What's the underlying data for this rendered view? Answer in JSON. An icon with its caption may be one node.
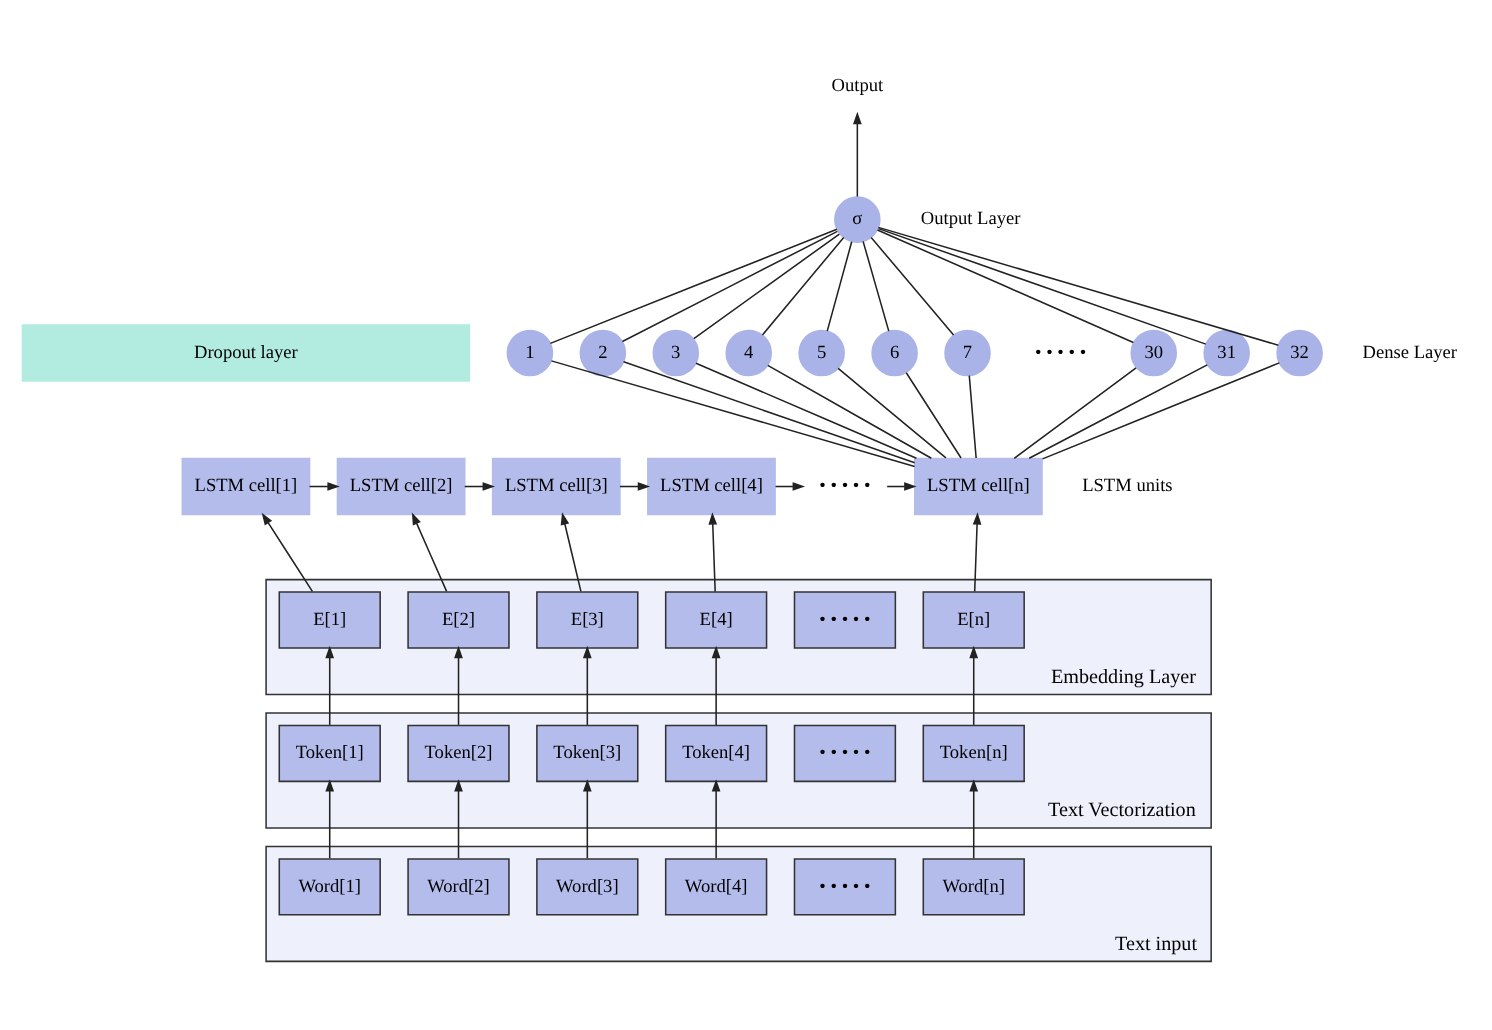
{
  "diagram": {
    "nodes": [
      {
        "text": [
          "Output"
        ]
      },
      {
        "text": [
          "σ"
        ],
        "beside": [
          "Output Layer"
        ]
      },
      {
        "text": [
          "1"
        ]
      },
      {
        "text": [
          "2"
        ]
      },
      {
        "text": [
          "3"
        ]
      },
      {
        "text": [
          "4"
        ]
      },
      {
        "text": [
          "5"
        ]
      },
      {
        "text": [
          "6"
        ]
      },
      {
        "text": [
          "7"
        ]
      },
      {
        "text": [
          "30"
        ]
      },
      {
        "text": [
          "31"
        ]
      },
      {
        "text": [
          "32"
        ]
      },
      {
        "text": [
          "Dropout layer"
        ]
      },
      {
        "text": [
          "LSTM cell[1]"
        ]
      },
      {
        "text": [
          "LSTM cell[2]"
        ]
      },
      {
        "text": [
          "LSTM cell[3]"
        ]
      },
      {
        "text": [
          "LSTM cell[4]"
        ]
      },
      {
        "text": [
          "• • • • •"
        ]
      },
      {
        "text": [
          "LSTM cell[n]"
        ]
      },
      {
        "text": [
          "Embedding Layer"
        ]
      },
      {
        "text": [
          "E[1]"
        ],
        "in": 19
      },
      {
        "text": [
          "E[2]"
        ],
        "in": 19
      },
      {
        "text": [
          "E[3]"
        ],
        "in": 19
      },
      {
        "text": [
          "E[4]"
        ],
        "in": 19
      },
      {
        "text": [
          "• • • • •"
        ],
        "in": 19
      },
      {
        "text": [
          "E[n]"
        ],
        "in": 19
      },
      {
        "text": [
          "Text Vectorization"
        ]
      },
      {
        "text": [
          "Token[1]"
        ],
        "in": 26
      },
      {
        "text": [
          "Token[2]"
        ],
        "in": 26
      },
      {
        "text": [
          "Token[3]"
        ],
        "in": 26
      },
      {
        "text": [
          "Token[4]"
        ],
        "in": 26
      },
      {
        "text": [
          "• • • • •"
        ],
        "in": 26
      },
      {
        "text": [
          "Token[n]"
        ],
        "in": 26
      },
      {
        "text": [
          "Text input"
        ]
      },
      {
        "text": [
          "Word[1]"
        ],
        "in": 33
      },
      {
        "text": [
          "Word[2]"
        ],
        "in": 33
      },
      {
        "text": [
          "Word[3]"
        ],
        "in": 33
      },
      {
        "text": [
          "Word[4]"
        ],
        "in": 33
      },
      {
        "text": [
          "• • • • •"
        ],
        "in": 33
      },
      {
        "text": [
          "Word[n]"
        ],
        "in": 33
      }
    ],
    "edges": [
      {
        "from": 1,
        "to": 0,
        "arrow": "to"
      },
      {
        "from": 2,
        "to": 1,
        "arrow": "none"
      },
      {
        "from": 3,
        "to": 1,
        "arrow": "none"
      },
      {
        "from": 4,
        "to": 1,
        "arrow": "none"
      },
      {
        "from": 5,
        "to": 1,
        "arrow": "none"
      },
      {
        "from": 6,
        "to": 1,
        "arrow": "none"
      },
      {
        "from": 7,
        "to": 1,
        "arrow": "none"
      },
      {
        "from": 8,
        "to": 1,
        "arrow": "none"
      },
      {
        "from": 9,
        "to": 1,
        "arrow": "none"
      },
      {
        "from": 10,
        "to": 1,
        "arrow": "none"
      },
      {
        "from": 11,
        "to": 1,
        "arrow": "none"
      },
      {
        "from": 18,
        "to": 2,
        "arrow": "none"
      },
      {
        "from": 18,
        "to": 3,
        "arrow": "none"
      },
      {
        "from": 18,
        "to": 4,
        "arrow": "none"
      },
      {
        "from": 18,
        "to": 5,
        "arrow": "none"
      },
      {
        "from": 18,
        "to": 6,
        "arrow": "none"
      },
      {
        "from": 18,
        "to": 7,
        "arrow": "none"
      },
      {
        "from": 18,
        "to": 8,
        "arrow": "none"
      },
      {
        "from": 18,
        "to": 9,
        "arrow": "none"
      },
      {
        "from": 18,
        "to": 10,
        "arrow": "none"
      },
      {
        "from": 18,
        "to": 11,
        "arrow": "none"
      },
      {
        "from": 13,
        "to": 14,
        "arrow": "to"
      },
      {
        "from": 14,
        "to": 15,
        "arrow": "to"
      },
      {
        "from": 15,
        "to": 16,
        "arrow": "to"
      },
      {
        "from": 16,
        "to": 17,
        "arrow": "to"
      },
      {
        "from": 17,
        "to": 18,
        "arrow": "to"
      },
      {
        "from": 20,
        "to": 13,
        "arrow": "to"
      },
      {
        "from": 21,
        "to": 14,
        "arrow": "to"
      },
      {
        "from": 22,
        "to": 15,
        "arrow": "to"
      },
      {
        "from": 23,
        "to": 16,
        "arrow": "to"
      },
      {
        "from": 25,
        "to": 18,
        "arrow": "to"
      },
      {
        "from": 27,
        "to": 20,
        "arrow": "to"
      },
      {
        "from": 28,
        "to": 21,
        "arrow": "to"
      },
      {
        "from": 29,
        "to": 22,
        "arrow": "to"
      },
      {
        "from": 30,
        "to": 23,
        "arrow": "to"
      },
      {
        "from": 32,
        "to": 25,
        "arrow": "to"
      },
      {
        "from": 34,
        "to": 27,
        "arrow": "to"
      },
      {
        "from": 35,
        "to": 28,
        "arrow": "to"
      },
      {
        "from": 36,
        "to": 29,
        "arrow": "to"
      },
      {
        "from": 37,
        "to": 30,
        "arrow": "to"
      },
      {
        "from": 39,
        "to": 32,
        "arrow": "to"
      }
    ],
    "labels": [
      "• • • • •",
      "Dense Layer",
      "LSTM units"
    ]
  }
}
